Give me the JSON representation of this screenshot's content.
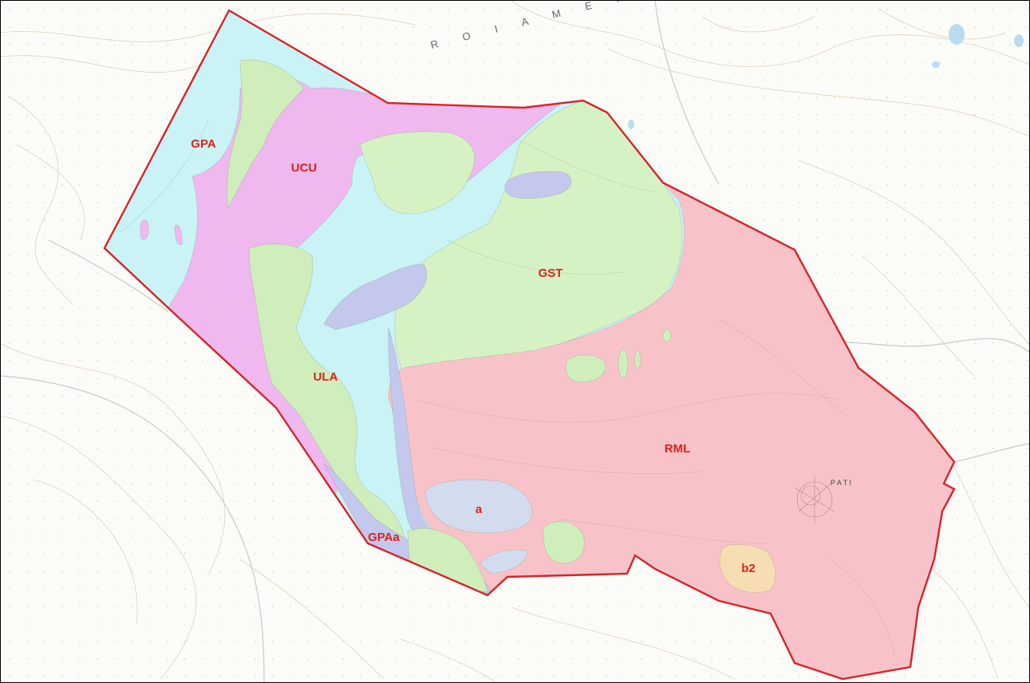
{
  "map": {
    "region_name": "R O I A   M E N T A",
    "town_name": "P A T I",
    "colors": {
      "GPA": "#c9f3f5",
      "UCU": "#efb9ef",
      "GST": "#d6f2c4",
      "ULA": "#cfeebb",
      "RML": "#f8c3c8",
      "GPAa": "#c4c8ec",
      "a": "#d3dcee",
      "b2": "#f7ddb2",
      "boundary": "#d8232a"
    },
    "units": [
      {
        "code": "GPA"
      },
      {
        "code": "UCU"
      },
      {
        "code": "GST"
      },
      {
        "code": "ULA"
      },
      {
        "code": "RML"
      },
      {
        "code": "GPAa"
      },
      {
        "code": "a"
      },
      {
        "code": "b2"
      }
    ]
  }
}
